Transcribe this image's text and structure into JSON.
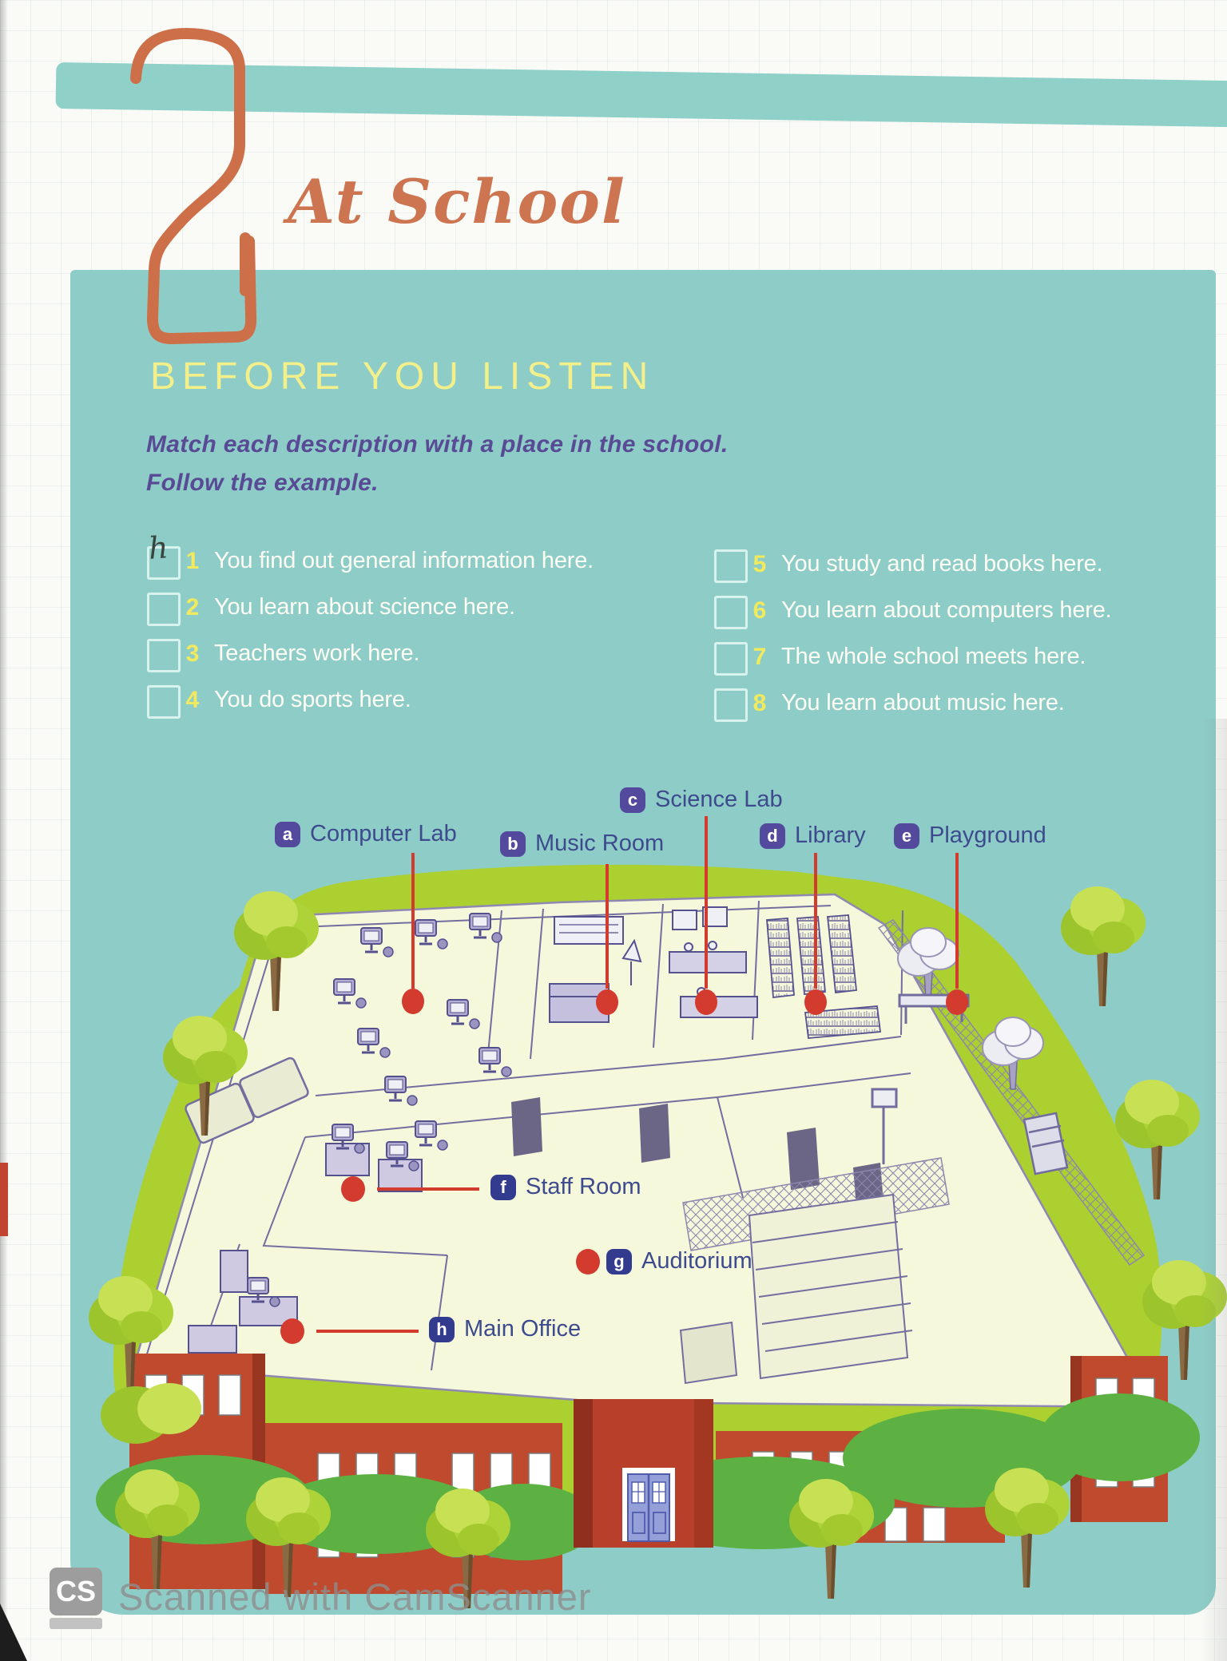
{
  "page": {
    "title": "At School",
    "section_heading": "BEFORE YOU LISTEN",
    "instructions_line1": "Match each description with a place in the school.",
    "instructions_line2": "Follow the example."
  },
  "exercise": {
    "items": [
      {
        "number": "1",
        "text": "You find out general information here.",
        "answer": "h"
      },
      {
        "number": "2",
        "text": "You learn about science here.",
        "answer": ""
      },
      {
        "number": "3",
        "text": "Teachers work here.",
        "answer": ""
      },
      {
        "number": "4",
        "text": "You do sports here.",
        "answer": ""
      },
      {
        "number": "5",
        "text": "You study and read books here.",
        "answer": ""
      },
      {
        "number": "6",
        "text": "You learn about computers here.",
        "answer": ""
      },
      {
        "number": "7",
        "text": "The whole school meets here.",
        "answer": ""
      },
      {
        "number": "8",
        "text": "You learn about music here.",
        "answer": ""
      }
    ]
  },
  "map": {
    "labels": [
      {
        "letter": "a",
        "name": "Computer Lab"
      },
      {
        "letter": "b",
        "name": "Music Room"
      },
      {
        "letter": "c",
        "name": "Science Lab"
      },
      {
        "letter": "d",
        "name": "Library"
      },
      {
        "letter": "e",
        "name": "Playground"
      },
      {
        "letter": "f",
        "name": "Staff Room"
      },
      {
        "letter": "g",
        "name": "Auditorium"
      },
      {
        "letter": "h",
        "name": "Main Office"
      }
    ]
  },
  "watermark": {
    "logo": "CS",
    "text": "Scanned with CamScanner"
  },
  "colors": {
    "teal_card": "#8ecdc7",
    "teal_strip": "#8fd0c9",
    "heading_yellow": "#f3ef8a",
    "title_orange": "#cd7450",
    "instruction_purple": "#584a94",
    "item_number_yellow": "#f1e95e",
    "item_text_white": "#fdfdf4",
    "badge_purple": "#544a9d",
    "label_ink": "#3d4a8d",
    "marker_red": "#d23b2e",
    "lawn_light_green": "#abd02f",
    "lawn_dark_green": "#5cb142",
    "building_red": "#c04a2e",
    "floor_cream": "#f6f8dc",
    "door_blue": "#96a0d8",
    "watermark_gray": "#8e8e8e"
  }
}
